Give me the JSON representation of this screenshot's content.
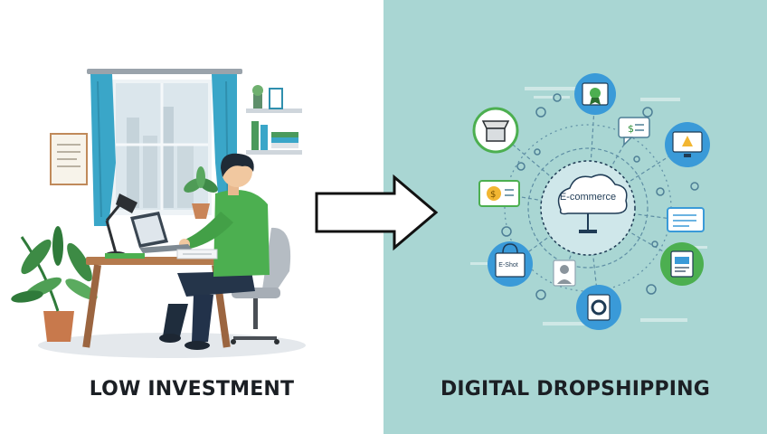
{
  "captions": {
    "left": "LOW INVESTMENT",
    "right": "DIGITAL DROPSHIPPING"
  },
  "hub": {
    "label": "E-commerce"
  },
  "nodes": {
    "shop_label": "E-Shot"
  },
  "colors": {
    "right_background": "#a9d6d3",
    "node_ring": "#3a9ad8",
    "shirt": "#4caf50",
    "curtain": "#3aa6c8"
  },
  "icons": [
    "store-icon",
    "certificate-icon",
    "dollar-card-icon",
    "monitor-icon",
    "ecommerce-cloud-icon",
    "chat-icon",
    "shopping-bag-icon",
    "document-icon",
    "settings-icon",
    "user-icon",
    "laptop-icon",
    "desk-lamp-icon",
    "plant-icon",
    "arrow-right-icon"
  ]
}
